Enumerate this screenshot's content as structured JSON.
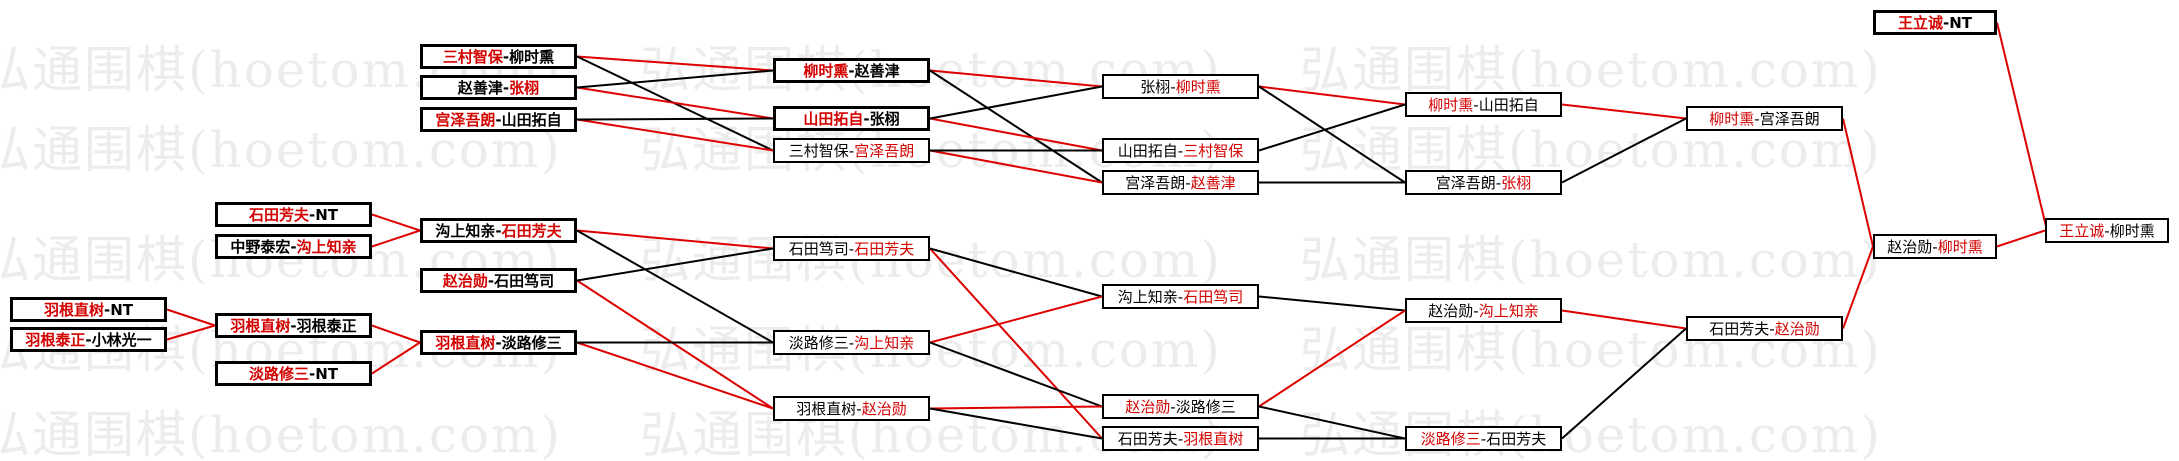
{
  "watermark": "弘通围棋(hoetom.com)",
  "colors": {
    "winner": "#d40000",
    "loser": "#000000",
    "win_line": "#dd0000",
    "lose_line": "#000000"
  },
  "matches": [
    {
      "id": "m1",
      "p1": "三村智保",
      "p2": "柳时熏",
      "winner": 1,
      "bold": true
    },
    {
      "id": "m2",
      "p1": "赵善津",
      "p2": "张栩",
      "winner": 2,
      "bold": true
    },
    {
      "id": "m3",
      "p1": "宫泽吾朗",
      "p2": "山田拓自",
      "winner": 1,
      "bold": true
    },
    {
      "id": "m4",
      "p1": "石田芳夫",
      "p2": "NT",
      "winner": 1,
      "bold": true
    },
    {
      "id": "m5",
      "p1": "中野泰宏",
      "p2": "沟上知亲",
      "winner": 2,
      "bold": true
    },
    {
      "id": "m6",
      "p1": "羽根直树",
      "p2": "NT",
      "winner": 1,
      "bold": true
    },
    {
      "id": "m7",
      "p1": "羽根泰正",
      "p2": "小林光一",
      "winner": 1,
      "bold": true
    },
    {
      "id": "m8",
      "p1": "淡路修三",
      "p2": "NT",
      "winner": 1,
      "bold": true
    },
    {
      "id": "m9",
      "p1": "沟上知亲",
      "p2": "石田芳夫",
      "winner": 2,
      "bold": true
    },
    {
      "id": "m10",
      "p1": "赵治勋",
      "p2": "石田笃司",
      "winner": 1,
      "bold": true
    },
    {
      "id": "m11",
      "p1": "羽根直树",
      "p2": "羽根泰正",
      "winner": 1,
      "bold": true
    },
    {
      "id": "m12",
      "p1": "羽根直树",
      "p2": "淡路修三",
      "winner": 1,
      "bold": true
    },
    {
      "id": "m13",
      "p1": "柳时熏",
      "p2": "赵善津",
      "winner": 1,
      "bold": true
    },
    {
      "id": "m14",
      "p1": "山田拓自",
      "p2": "张栩",
      "winner": 1,
      "bold": true
    },
    {
      "id": "m15",
      "p1": "三村智保",
      "p2": "宫泽吾朗",
      "winner": 2,
      "bold": false
    },
    {
      "id": "m16",
      "p1": "石田笃司",
      "p2": "石田芳夫",
      "winner": 2,
      "bold": false
    },
    {
      "id": "m17",
      "p1": "淡路修三",
      "p2": "沟上知亲",
      "winner": 2,
      "bold": false
    },
    {
      "id": "m18",
      "p1": "羽根直树",
      "p2": "赵治勋",
      "winner": 2,
      "bold": false
    },
    {
      "id": "m19",
      "p1": "张栩",
      "p2": "柳时熏",
      "winner": 2,
      "bold": false
    },
    {
      "id": "m20",
      "p1": "山田拓自",
      "p2": "三村智保",
      "winner": 2,
      "bold": false
    },
    {
      "id": "m21",
      "p1": "宫泽吾朗",
      "p2": "赵善津",
      "winner": 2,
      "bold": false
    },
    {
      "id": "m22",
      "p1": "沟上知亲",
      "p2": "石田笃司",
      "winner": 2,
      "bold": false
    },
    {
      "id": "m23",
      "p1": "赵治勋",
      "p2": "淡路修三",
      "winner": 1,
      "bold": false
    },
    {
      "id": "m24",
      "p1": "石田芳夫",
      "p2": "羽根直树",
      "winner": 2,
      "bold": false
    },
    {
      "id": "m25",
      "p1": "柳时熏",
      "p2": "山田拓自",
      "winner": 1,
      "bold": false
    },
    {
      "id": "m26",
      "p1": "宫泽吾朗",
      "p2": "张栩",
      "winner": 2,
      "bold": false
    },
    {
      "id": "m27",
      "p1": "赵治勋",
      "p2": "沟上知亲",
      "winner": 2,
      "bold": false
    },
    {
      "id": "m28",
      "p1": "淡路修三",
      "p2": "石田芳夫",
      "winner": 1,
      "bold": false
    },
    {
      "id": "m29",
      "p1": "柳时熏",
      "p2": "宫泽吾朗",
      "winner": 1,
      "bold": false
    },
    {
      "id": "m30",
      "p1": "石田芳夫",
      "p2": "赵治勋",
      "winner": 2,
      "bold": false
    },
    {
      "id": "m31",
      "p1": "赵治勋",
      "p2": "柳时熏",
      "winner": 2,
      "bold": false
    },
    {
      "id": "m32",
      "p1": "王立诚",
      "p2": "NT",
      "winner": 1,
      "bold": true
    },
    {
      "id": "m33",
      "p1": "王立诚",
      "p2": "柳时熏",
      "winner": 1,
      "bold": false
    }
  ],
  "links": [
    {
      "from": "m1",
      "to": "m13",
      "result": "win"
    },
    {
      "from": "m1",
      "to": "m15",
      "result": "lose"
    },
    {
      "from": "m2",
      "to": "m14",
      "result": "win"
    },
    {
      "from": "m2",
      "to": "m13",
      "result": "lose"
    },
    {
      "from": "m3",
      "to": "m15",
      "result": "win"
    },
    {
      "from": "m3",
      "to": "m14",
      "result": "lose"
    },
    {
      "from": "m4",
      "to": "m9",
      "result": "win"
    },
    {
      "from": "m5",
      "to": "m9",
      "result": "win"
    },
    {
      "from": "m6",
      "to": "m11",
      "result": "win"
    },
    {
      "from": "m7",
      "to": "m11",
      "result": "win"
    },
    {
      "from": "m8",
      "to": "m12",
      "result": "win"
    },
    {
      "from": "m9",
      "to": "m16",
      "result": "win"
    },
    {
      "from": "m9",
      "to": "m17",
      "result": "lose"
    },
    {
      "from": "m10",
      "to": "m18",
      "result": "win"
    },
    {
      "from": "m10",
      "to": "m16",
      "result": "lose"
    },
    {
      "from": "m11",
      "to": "m12",
      "result": "win"
    },
    {
      "from": "m12",
      "to": "m18",
      "result": "win"
    },
    {
      "from": "m12",
      "to": "m17",
      "result": "lose"
    },
    {
      "from": "m13",
      "to": "m19",
      "result": "win"
    },
    {
      "from": "m13",
      "to": "m21",
      "result": "lose"
    },
    {
      "from": "m14",
      "to": "m20",
      "result": "win"
    },
    {
      "from": "m14",
      "to": "m19",
      "result": "lose"
    },
    {
      "from": "m15",
      "to": "m21",
      "result": "win"
    },
    {
      "from": "m15",
      "to": "m20",
      "result": "lose"
    },
    {
      "from": "m16",
      "to": "m24",
      "result": "win"
    },
    {
      "from": "m16",
      "to": "m22",
      "result": "lose"
    },
    {
      "from": "m17",
      "to": "m22",
      "result": "win"
    },
    {
      "from": "m17",
      "to": "m23",
      "result": "lose"
    },
    {
      "from": "m18",
      "to": "m23",
      "result": "win"
    },
    {
      "from": "m18",
      "to": "m24",
      "result": "lose"
    },
    {
      "from": "m19",
      "to": "m25",
      "result": "win"
    },
    {
      "from": "m19",
      "to": "m26",
      "result": "lose"
    },
    {
      "from": "m20",
      "to": "m25",
      "result": "lose"
    },
    {
      "from": "m21",
      "to": "m26",
      "result": "lose"
    },
    {
      "from": "m22",
      "to": "m27",
      "result": "lose"
    },
    {
      "from": "m23",
      "to": "m27",
      "result": "win"
    },
    {
      "from": "m23",
      "to": "m28",
      "result": "lose"
    },
    {
      "from": "m24",
      "to": "m28",
      "result": "lose"
    },
    {
      "from": "m25",
      "to": "m29",
      "result": "win"
    },
    {
      "from": "m26",
      "to": "m29",
      "result": "lose"
    },
    {
      "from": "m27",
      "to": "m30",
      "result": "win"
    },
    {
      "from": "m28",
      "to": "m30",
      "result": "lose"
    },
    {
      "from": "m29",
      "to": "m31",
      "result": "win"
    },
    {
      "from": "m30",
      "to": "m31",
      "result": "win"
    },
    {
      "from": "m31",
      "to": "m33",
      "result": "win"
    },
    {
      "from": "m32",
      "to": "m33",
      "result": "win"
    }
  ]
}
